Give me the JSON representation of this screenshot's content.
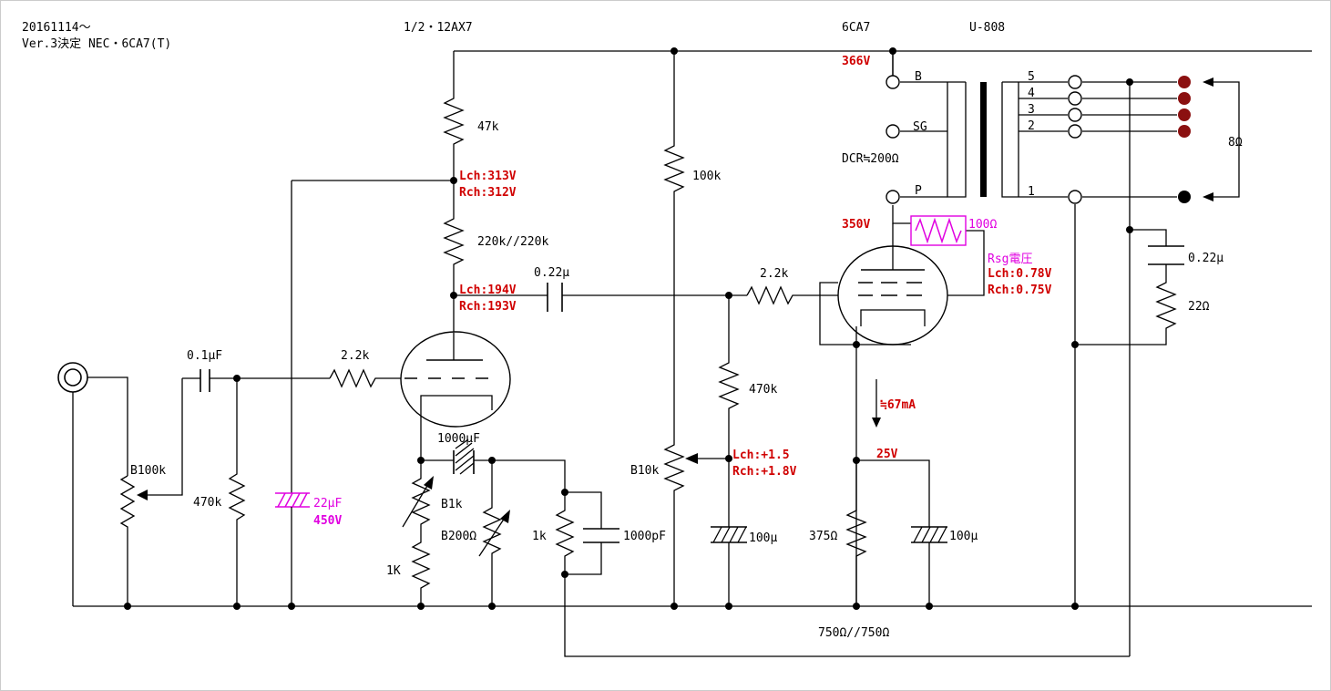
{
  "header": {
    "date": "20161114～",
    "version": "Ver.3決定 NEC・6CA7(T)",
    "tube_driver": "1/2・12AX7",
    "tube_output": "6CA7",
    "transformer": "U-808"
  },
  "resistors": {
    "r47k": "47k",
    "r220k": "220k//220k",
    "r100k": "100k",
    "r2k2_in": "2.2k",
    "r2k2_grid": "2.2k",
    "r470k_in": "470k",
    "r470k_grid": "470k",
    "b100k": "B100k",
    "b1k": "B1k",
    "r1k_cath": "1K",
    "b200": "B200Ω",
    "r1k": "1k",
    "b10k": "B10k",
    "r375": "375Ω",
    "r22": "22Ω",
    "r100_sg": "100Ω",
    "r750": "750Ω//750Ω"
  },
  "capacitors": {
    "c01u": "0.1μF",
    "c022_coupling": "0.22μ",
    "c022_zobel": "0.22μ",
    "c22u": "22μF",
    "c22u_v": "450V",
    "c1000u": "1000μF",
    "c1000p": "1000pF",
    "c100u_grid": "100μ",
    "c100u_cath": "100μ"
  },
  "voltages": {
    "b366": "366V",
    "p350": "350V",
    "lch313": "Lch:313V",
    "rch312": "Rch:312V",
    "lch194": "Lch:194V",
    "rch193": "Rch:193V",
    "lch_bias": "Lch:+1.5",
    "rch_bias": "Rch:+1.8V",
    "k25": "25V",
    "current": "≒67mA",
    "rsg_title": "Rsg電圧",
    "rsg_l": "Lch:0.78V",
    "rsg_r": "Rch:0.75V"
  },
  "transformer": {
    "pin_b": "B",
    "pin_sg": "SG",
    "pin_p": "P",
    "dcr": "DCR≒200Ω",
    "sec_pins": [
      "5",
      "4",
      "3",
      "2",
      "1"
    ],
    "impedance": "8Ω"
  },
  "colors": {
    "voltage": "#d00000",
    "annotation": "#e000e0",
    "speaker_terminal": "#8b1010"
  }
}
